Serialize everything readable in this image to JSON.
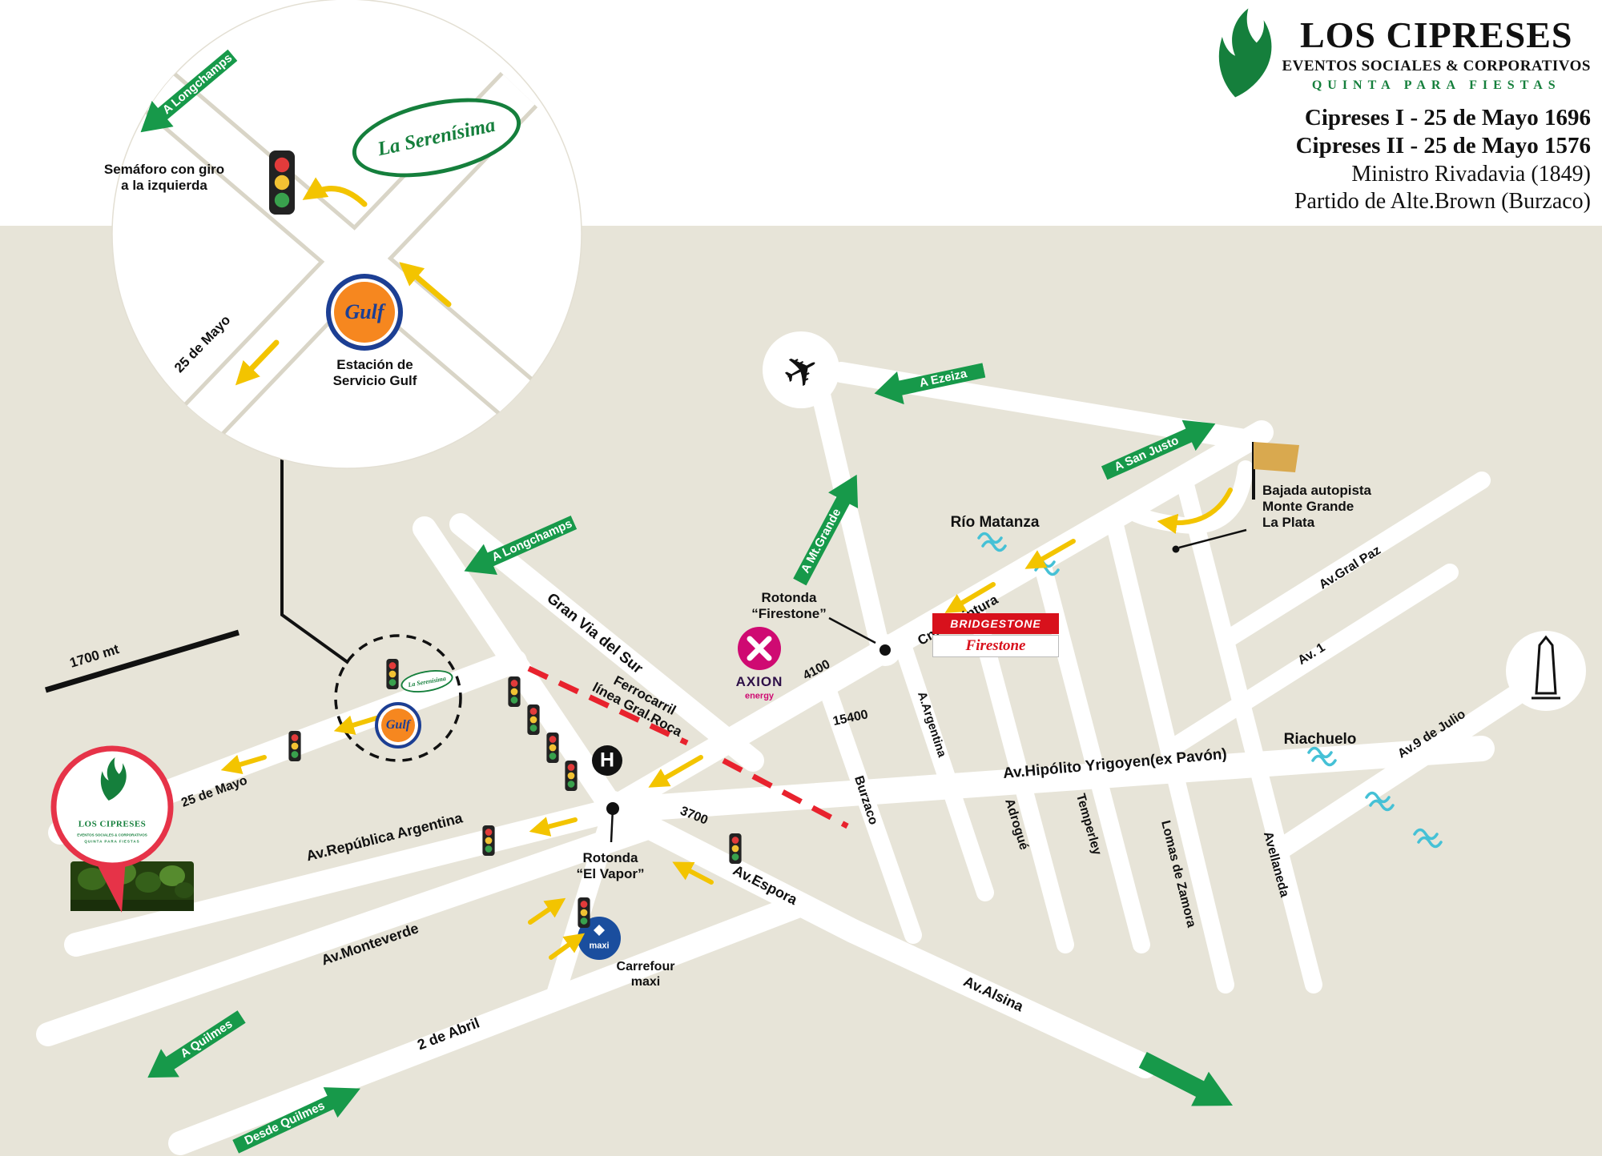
{
  "header": {
    "brand": "LOS CIPRESES",
    "subtitle": "EVENTOS SOCIALES & CORPORATIVOS",
    "tagline": "QUINTA PARA FIESTAS",
    "address1": "Cipreses I - 25 de Mayo 1696",
    "address2": "Cipreses II - 25 de Mayo 1576",
    "address3": "Ministro Rivadavia (1849)",
    "address4": "Partido de Alte.Brown (Burzaco)"
  },
  "inset": {
    "semaforo_note": "Semáforo con giro\na la izquierda",
    "gulf_station_label": "Estación de\nServicio Gulf",
    "street_25_de_mayo": "25 de Mayo",
    "serenisima": "La Serenísima",
    "gulf": "Gulf"
  },
  "arrows": {
    "a_longchamps": "A Longchamps",
    "a_ezeiza": "A Ezeiza",
    "a_san_justo": "A San Justo",
    "a_mt_grande": "A Mt.Grande",
    "a_quilmes": "A Quilmes",
    "desde_quilmes": "Desde Quilmes"
  },
  "streets": {
    "gran_via": "Gran Via del Sur",
    "ferrocarril": "Ferrocarril\nlínea Gral.Roca",
    "yrigoyen": "Av.Hipólito Yrigoyen(ex Pavón)",
    "cintura": "Cn.de Cintura",
    "gral_paz": "Av.Gral Paz",
    "av_1": "Av. 1",
    "nueve_julio": "Av.9 de Julio",
    "burzaco": "Burzaco",
    "argentina_a": "A.Argentina",
    "adrogue": "Adrogué",
    "temperley": "Temperley",
    "lomas": "Lomas de Zamora",
    "avellaneda": "Avellaneda",
    "espora": "Av.Espora",
    "alsina": "Av.Alsina",
    "republica_argentina": "Av.República Argentina",
    "monteverde": "Av.Monteverde",
    "dos_abril": "2 de Abril",
    "veinticinco_mayo": "25 de Mayo"
  },
  "landmarks": {
    "rotonda_firestone": "Rotonda\n“Firestone”",
    "rotonda_vapor": "Rotonda\n“El Vapor”",
    "rio_matanza": "Río Matanza",
    "riachuelo": "Riachuelo",
    "bajada": "Bajada autopista\nMonte Grande\nLa Plata",
    "hospital": "H",
    "carrefour_label": "Carrefour\nmaxi",
    "carrefour_badge": "maxi",
    "axion": "AXION",
    "axion_sub": "energy",
    "bridgestone": "BRIDGESTONE",
    "firestone": "Firestone"
  },
  "distances": {
    "d1700": "1700 mt",
    "d3700": "3700",
    "d4100": "4100",
    "d15400": "15400"
  },
  "venue": {
    "name": "LOS CIPRESES",
    "sub1": "EVENTOS SOCIALES & CORPORATIVOS",
    "sub2": "QUINTA PARA FIESTAS"
  },
  "icons": {
    "plane": "✈"
  },
  "colors": {
    "accent_green": "#17994a",
    "map_bg": "#e7e4d8",
    "railway_red": "#e8222d",
    "route_yellow": "#f3c400",
    "pin_red": "#e63348",
    "water": "#45c1d6"
  }
}
